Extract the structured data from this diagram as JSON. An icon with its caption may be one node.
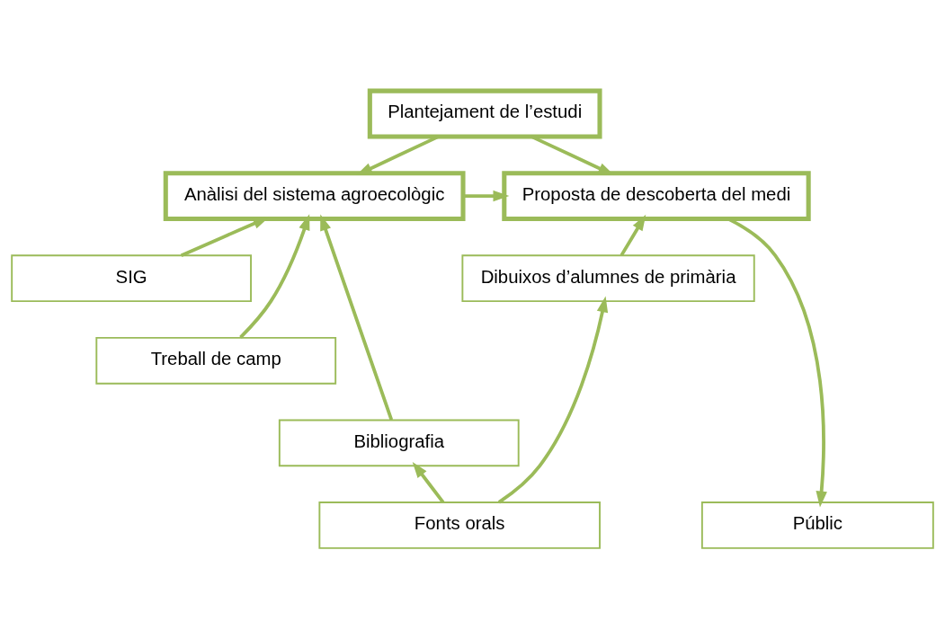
{
  "diagram": {
    "nodes": [
      {
        "text": [
          "Plantejament de l’estudi"
        ]
      },
      {
        "text": [
          "Anàlisi del sistema agroecològic"
        ]
      },
      {
        "text": [
          "Proposta de descoberta del medi"
        ]
      },
      {
        "text": [
          "SIG"
        ]
      },
      {
        "text": [
          "Treball de camp"
        ]
      },
      {
        "text": [
          "Bibliografia"
        ]
      },
      {
        "text": [
          "Dibuixos d’alumnes de primària"
        ]
      },
      {
        "text": [
          "Fonts orals"
        ]
      },
      {
        "text": [
          "Públic"
        ]
      }
    ],
    "edges": [
      {
        "from": 0,
        "to": 1,
        "arrow": "to"
      },
      {
        "from": 0,
        "to": 2,
        "arrow": "to"
      },
      {
        "from": 1,
        "to": 2,
        "arrow": "to"
      },
      {
        "from": 2,
        "to": 8,
        "arrow": "to"
      },
      {
        "from": 3,
        "to": 1,
        "arrow": "to"
      },
      {
        "from": 4,
        "to": 1,
        "arrow": "to"
      },
      {
        "from": 5,
        "to": 1,
        "arrow": "to"
      },
      {
        "from": 6,
        "to": 2,
        "arrow": "to"
      },
      {
        "from": 7,
        "to": 5,
        "arrow": "to"
      },
      {
        "from": 7,
        "to": 6,
        "arrow": "to"
      }
    ]
  }
}
